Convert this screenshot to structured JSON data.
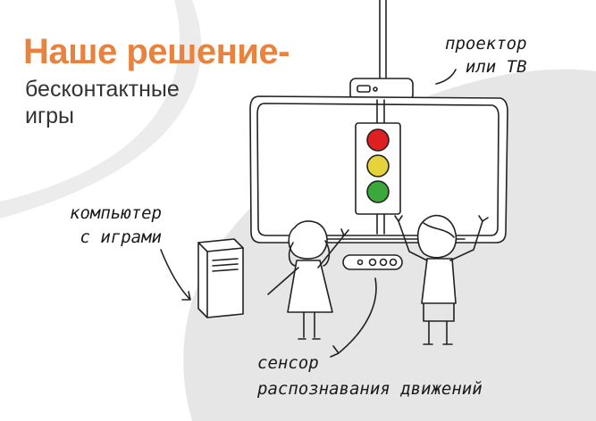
{
  "title": "Наше решение-",
  "subtitle": {
    "line1": "бесконтактные",
    "line2": "игры"
  },
  "labels": {
    "projector": {
      "line1": "проектор",
      "line2": "или ТВ"
    },
    "computer": {
      "line1": "компьютер",
      "line2": "с играми"
    },
    "sensor": {
      "line1": "сенсор",
      "line2": "распознавания движений"
    }
  },
  "colors": {
    "accent": "#e8823f",
    "background_shape": "#e6e6e6",
    "light_red": "#e02020",
    "light_yellow": "#e6d23a",
    "light_green": "#3aa83a"
  },
  "icons": [
    "projector-icon",
    "screen-icon",
    "traffic-light-icon",
    "computer-tower-icon",
    "sensor-icon",
    "girl-figure",
    "boy-figure"
  ]
}
